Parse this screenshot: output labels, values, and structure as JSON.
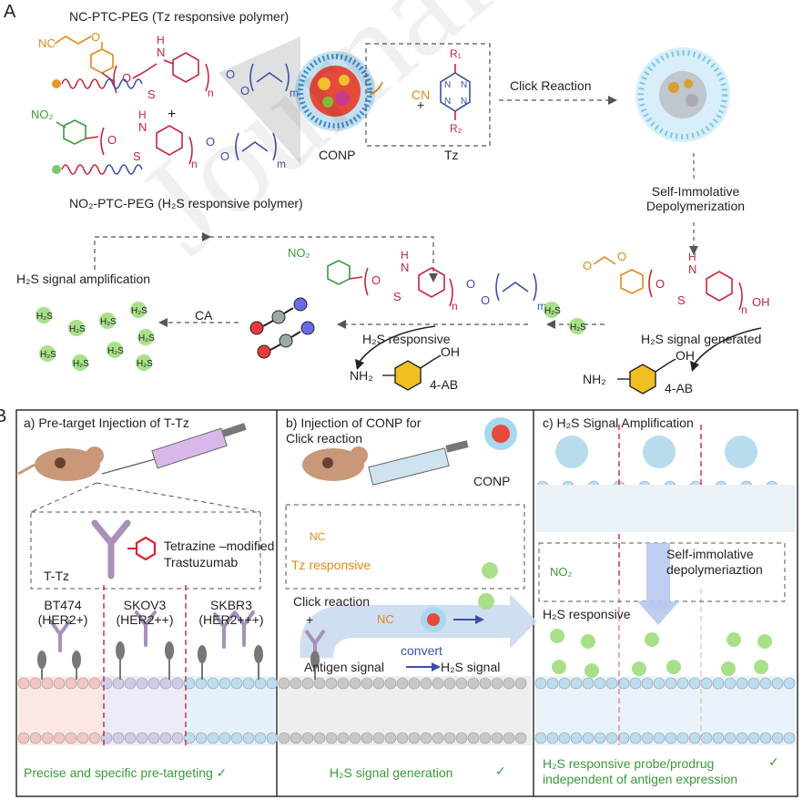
{
  "panelA": {
    "label": "A",
    "nc_polymer": "NC-PTC-PEG (Tz responsive polymer)",
    "no2_polymer": "NO₂-PTC-PEG (H₂S responsive polymer)",
    "conp": "CONP",
    "tz": "Tz",
    "click": "Click Reaction",
    "self_immolative": [
      "Self-Immolative",
      "Depolymerization"
    ],
    "amplification": "H₂S signal amplification",
    "ca": "CA",
    "h2s_responsive": "H₂S responsive",
    "h2s_generated": "H₂S signal generated",
    "ab1": "4-AB",
    "ab2": "4-AB",
    "cn": "CN",
    "r1": "R₁",
    "r2": "R₂",
    "h2s": "H₂S"
  },
  "panelB": {
    "label": "B",
    "a_title": "a) Pre-target Injection of T-Tz",
    "ttz": "T-Tz",
    "tetrazine": [
      "Tetrazine –modified",
      "Trastuzumab"
    ],
    "cells": [
      {
        "name": "BT474",
        "her": "(HER2+)"
      },
      {
        "name": "SKOV3",
        "her": "(HER2++)"
      },
      {
        "name": "SKBR3",
        "her": "(HER2+++)"
      }
    ],
    "a_footer": "Precise and specific pre-targeting ✓",
    "b_title": [
      "b) Injection of CONP for",
      "Click reaction"
    ],
    "conp": "CONP",
    "tz_responsive": "Tz responsive",
    "click_reaction": "Click reaction",
    "convert": "convert",
    "antigen_signal": "Antigen signal",
    "h2s_signal": "H₂S signal",
    "b_footer": "H₂S signal generation",
    "b_check": "✓",
    "c_title": "c) H₂S Signal Amplification",
    "self_immolative": [
      "Self-immolative",
      "depolymeriaztion"
    ],
    "h2s_responsive": "H₂S responsive",
    "c_footer": [
      "H₂S responsive probe/prodrug",
      "independent of antigen expression"
    ],
    "c_check": "✓"
  },
  "watermark": "Journal Pre-proof",
  "colors": {
    "green": "#3a9a3a",
    "orange": "#e08a1a",
    "red": "#c8243a",
    "blue": "#3a50a8",
    "teal": "#4aa8c8"
  }
}
